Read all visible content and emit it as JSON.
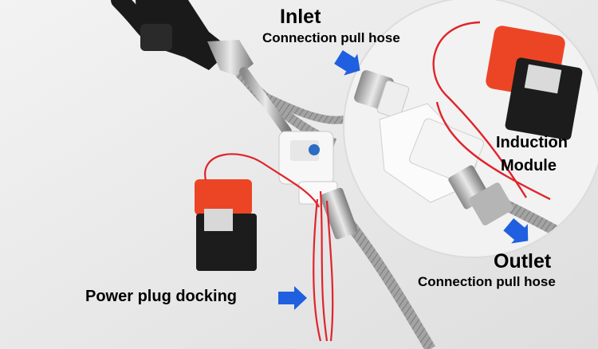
{
  "labels": {
    "inlet_title": "Inlet",
    "inlet_subtitle": "Connection pull hose",
    "induction_line1": "Induction",
    "induction_line2": "Module",
    "outlet_title": "Outlet",
    "outlet_subtitle": "Connection pull hose",
    "power": "Power plug docking"
  },
  "colors": {
    "background": "#ececec",
    "arrow": "#1f5fe0",
    "wire": "#e0242b",
    "battery_cap": "#ec4526",
    "battery_body": "#1c1c1c",
    "hose": "#9a9a9a",
    "faucet": "#1a1a1a"
  },
  "icons": [
    "arrow-right-icon",
    "arrow-down-right-icon"
  ]
}
